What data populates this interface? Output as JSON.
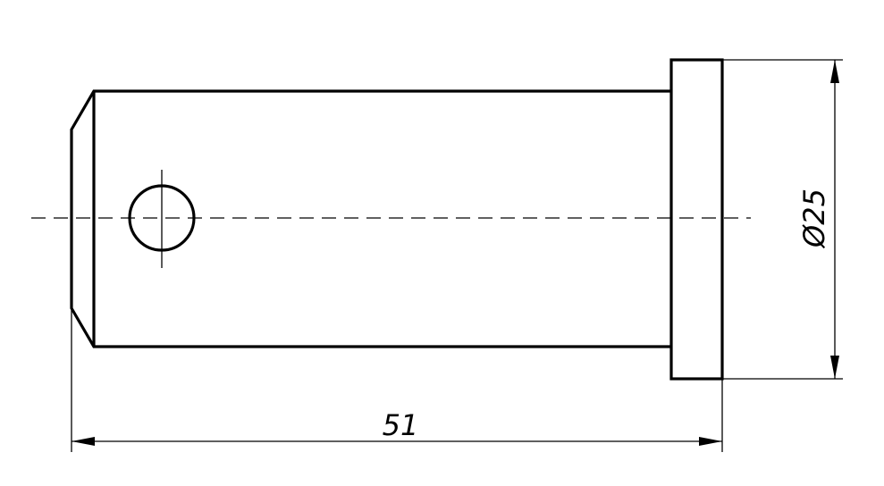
{
  "dimensions": {
    "length": "51",
    "diameter_symbol": "Ø",
    "diameter_value": "25"
  }
}
